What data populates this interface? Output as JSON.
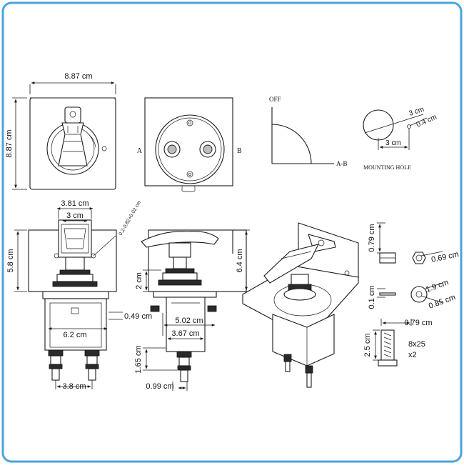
{
  "colors": {
    "border": "#4aa3df",
    "line": "#1a1a1a",
    "background": "#ffffff"
  },
  "front": {
    "width": "8.87 cm",
    "height": "8.87 cm"
  },
  "side_view": {
    "a": "A",
    "b": "B"
  },
  "state": {
    "off": "OFF",
    "ab": "A-B"
  },
  "mounting": {
    "outer": "3 cm",
    "hole": "0.4 cm",
    "pitch": "3 cm",
    "caption": "MOUNTING HOLE"
  },
  "lower_left": {
    "top_width": "3.81 cm",
    "inner_width": "3 cm",
    "tolerance": "0.2-0.82+0.02 cm",
    "height": "5.8 cm",
    "offset": "0.49 cm",
    "base_width": "6.2 cm",
    "terminal_pitch": "3.8 cm"
  },
  "lower_mid": {
    "total_height": "6.4 cm",
    "shaft_height": "2 cm",
    "mid_width": "5.02 cm",
    "body_width": "3.67 cm",
    "terminal_height": "1.65 cm",
    "bottom": "0.99 cm"
  },
  "parts": {
    "nut_height": "0.79 cm",
    "nut_dia": "0.69 cm",
    "washer_thick": "0.1 cm",
    "washer_outer": "1.9 cm",
    "washer_inner": "0.85 cm",
    "bolt_head": "0.79 cm",
    "bolt_length": "2.5 cm",
    "bolt_spec": "8x25",
    "bolt_qty": "x2"
  }
}
